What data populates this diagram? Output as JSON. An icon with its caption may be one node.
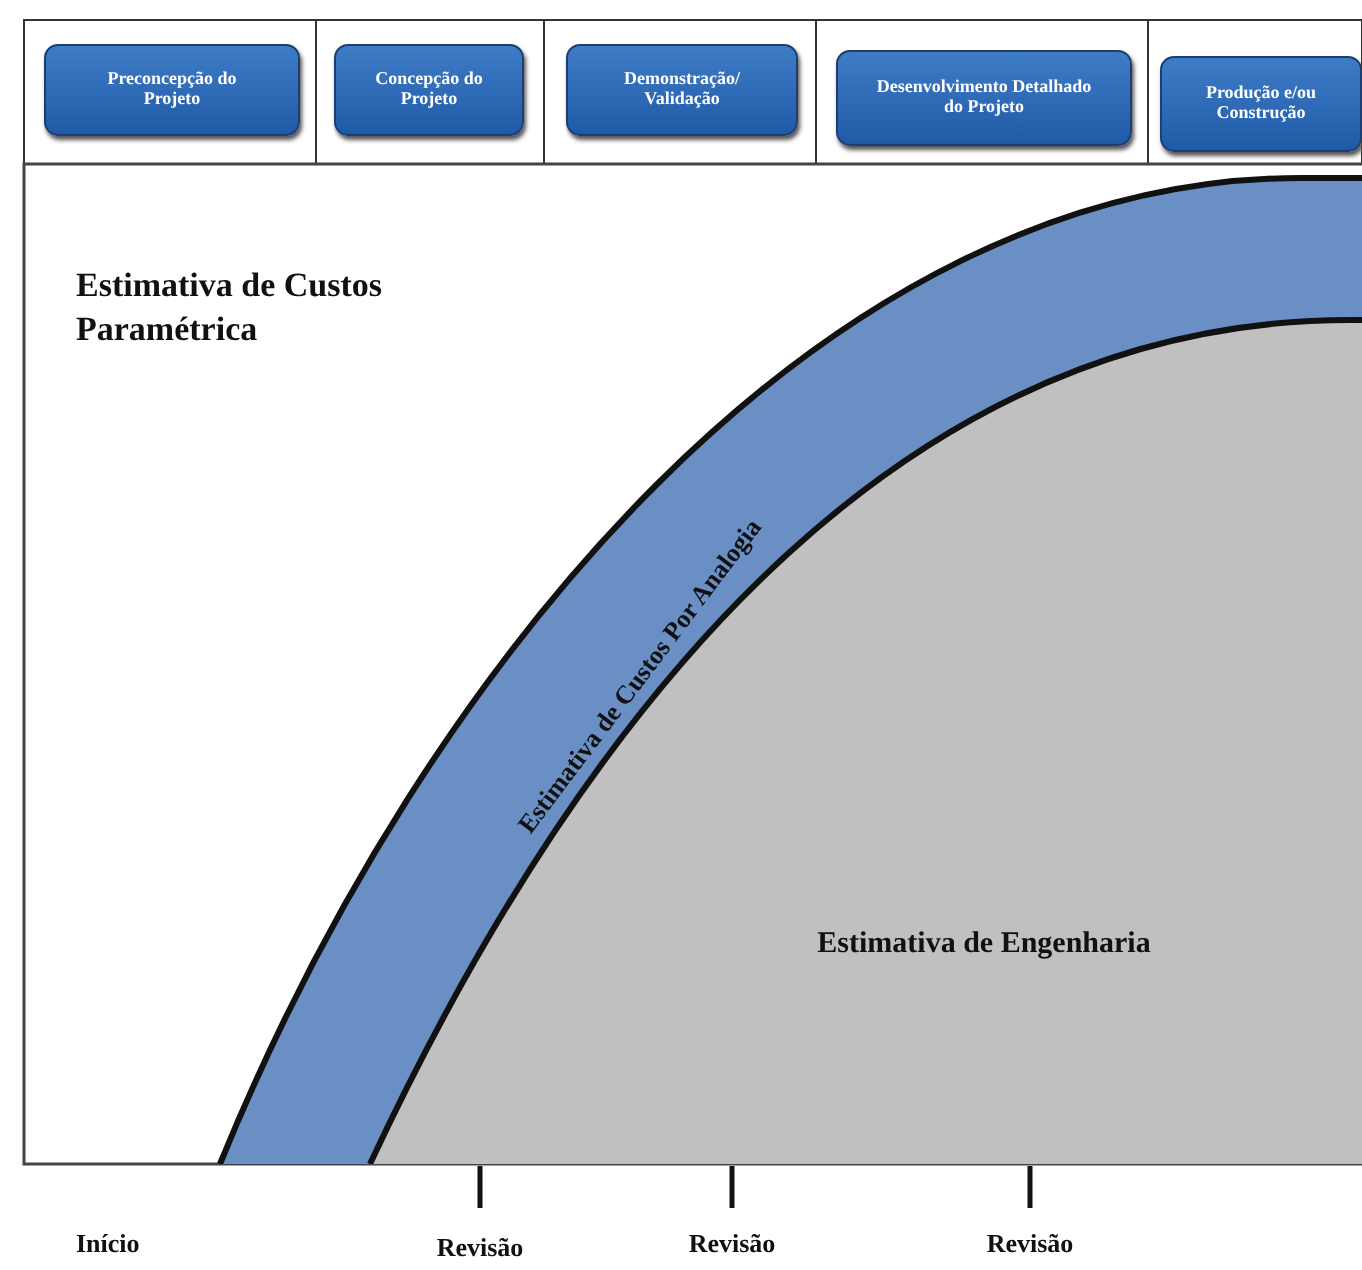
{
  "diagram": {
    "nodes": [
      {
        "text": [
          "Preconcepção do Projeto"
        ]
      },
      {
        "text": [
          "Concepção do Projeto"
        ]
      },
      {
        "text": [
          "Demonstração/ Validação"
        ]
      },
      {
        "text": [
          "Desenvolvimento Detalhado do Projeto"
        ]
      },
      {
        "text": [
          "Produção e/ou Construção"
        ]
      },
      {
        "text": [
          "Estimativa de Custos Por Analogia"
        ]
      },
      {
        "text": [
          "Estimativa de Engenharia"
        ]
      }
    ],
    "edges": [],
    "labels": [
      "Estimativa de Custos Paramétrica",
      "Início",
      "Revisão",
      "Revisão",
      "Revisão"
    ]
  }
}
